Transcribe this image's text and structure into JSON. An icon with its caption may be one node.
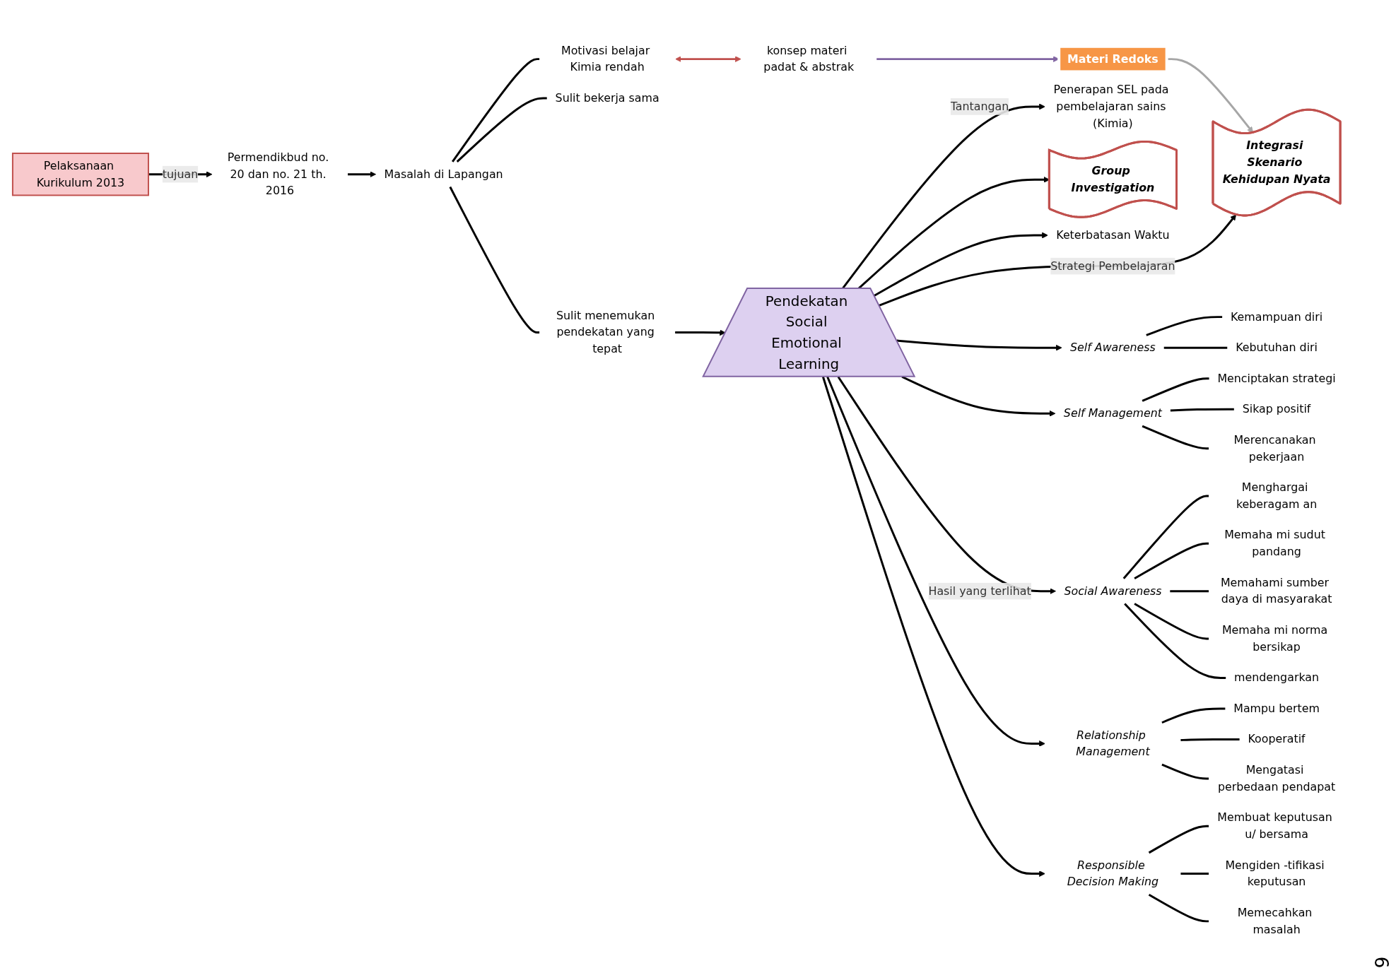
{
  "diagram": {
    "nodes": [
      {
        "text": [
          "Pelaksanaan Kurikulum 2013"
        ]
      },
      {
        "text": [
          "Permendikbud no. 20 dan no. 21 th. 2016"
        ]
      },
      {
        "text": [
          "konsep materi padat & abstrak"
        ]
      },
      {
        "text": [
          "Motivasi belajar Kimia rendah"
        ]
      },
      {
        "text": [
          "Masalah di Lapangan"
        ]
      },
      {
        "text": [
          "Materi Redoks"
        ]
      },
      {
        "text": [
          "Sulit bekerja sama"
        ]
      },
      {
        "text": [
          "Sulit menemukan pendekatan yang tepat"
        ]
      },
      {
        "text": [
          "Integrasi Skenario Kehidupan Nyata"
        ]
      },
      {
        "text": [
          "Pendekatan Social Emotional Learning"
        ]
      },
      {
        "text": [
          "Penerapan SEL pada pembelajaran sains (Kimia)"
        ]
      },
      {
        "text": [
          "Group Investigation"
        ]
      },
      {
        "text": [
          "Keterbatasan Waktu"
        ]
      },
      {
        "text": [
          "Self Awareness"
        ]
      },
      {
        "text": [
          "Kemampuan diri"
        ]
      },
      {
        "text": [
          "Kebutuhan diri"
        ]
      },
      {
        "text": [
          "Self Management"
        ]
      },
      {
        "text": [
          "Social Awareness"
        ]
      },
      {
        "text": [
          "Relationship Management"
        ]
      },
      {
        "text": [
          "Responsible Decision Making"
        ]
      },
      {
        "text": [
          "Menghargai keberagam an"
        ]
      },
      {
        "text": [
          "mendengarkan"
        ]
      },
      {
        "text": [
          "Menciptakan strategi"
        ]
      },
      {
        "text": [
          "Sikap positif"
        ]
      },
      {
        "text": [
          "Merencanakan pekerjaan"
        ]
      },
      {
        "text": [
          "Memaha mi sudut pandang"
        ]
      },
      {
        "text": [
          "Memahami sumber daya di masyarakat"
        ]
      },
      {
        "text": [
          "Memaha mi norma bersikap"
        ]
      },
      {
        "text": [
          "Membuat keputusan u/ bersama"
        ]
      },
      {
        "text": [
          "Memecahkan masalah"
        ]
      },
      {
        "text": [
          "Kooperatif"
        ]
      },
      {
        "text": [
          "Mengatasi perbedaan pendapat"
        ]
      },
      {
        "text": [
          "Mampu bertem"
        ]
      },
      {
        "text": [
          "Mengiden -tifikasi keputusan"
        ]
      }
    ],
    "edges": [
      {
        "from": 0,
        "to": 1,
        "arrow": "to",
        "label": "tujuan"
      },
      {
        "from": 1,
        "to": 4,
        "arrow": "to"
      },
      {
        "from": 4,
        "to": 6,
        "arrow": "none"
      },
      {
        "from": 4,
        "to": 3,
        "arrow": "none"
      },
      {
        "from": 4,
        "to": 7,
        "arrow": "none"
      },
      {
        "from": 3,
        "to": 2,
        "arrow": "both",
        "color": "#c0504d"
      },
      {
        "from": 2,
        "to": 5,
        "arrow": "to",
        "color": "#8064a2"
      },
      {
        "from": 5,
        "to": 8,
        "arrow": "to",
        "color": "#a6a6a6"
      },
      {
        "from": 7,
        "to": 9,
        "arrow": "to"
      },
      {
        "from": 9,
        "to": 10,
        "arrow": "to",
        "label": "Tantangan"
      },
      {
        "from": 9,
        "to": 12,
        "arrow": "to"
      },
      {
        "from": 9,
        "to": 8,
        "arrow": "to",
        "label": "Strategi Pembelajaran"
      },
      {
        "from": 9,
        "to": 11,
        "arrow": "to"
      },
      {
        "from": 9,
        "to": 13,
        "arrow": "to"
      },
      {
        "from": 9,
        "to": 16,
        "arrow": "to"
      },
      {
        "from": 9,
        "to": 17,
        "arrow": "to",
        "label": "Hasil yang terlihat"
      },
      {
        "from": 9,
        "to": 18,
        "arrow": "to"
      },
      {
        "from": 9,
        "to": 19,
        "arrow": "to"
      },
      {
        "from": 13,
        "to": 14,
        "arrow": "none"
      },
      {
        "from": 13,
        "to": 15,
        "arrow": "none"
      },
      {
        "from": 16,
        "to": 22,
        "arrow": "none"
      },
      {
        "from": 16,
        "to": 23,
        "arrow": "none"
      },
      {
        "from": 16,
        "to": 24,
        "arrow": "none"
      },
      {
        "from": 17,
        "to": 20,
        "arrow": "none"
      },
      {
        "from": 17,
        "to": 25,
        "arrow": "none"
      },
      {
        "from": 17,
        "to": 26,
        "arrow": "none"
      },
      {
        "from": 17,
        "to": 27,
        "arrow": "none"
      },
      {
        "from": 17,
        "to": 21,
        "arrow": "none"
      },
      {
        "from": 18,
        "to": 32,
        "arrow": "none"
      },
      {
        "from": 18,
        "to": 30,
        "arrow": "none"
      },
      {
        "from": 18,
        "to": 31,
        "arrow": "none"
      },
      {
        "from": 19,
        "to": 28,
        "arrow": "none"
      },
      {
        "from": 19,
        "to": 33,
        "arrow": "none"
      },
      {
        "from": 19,
        "to": 29,
        "arrow": "none"
      }
    ],
    "labels": [
      "6"
    ]
  }
}
